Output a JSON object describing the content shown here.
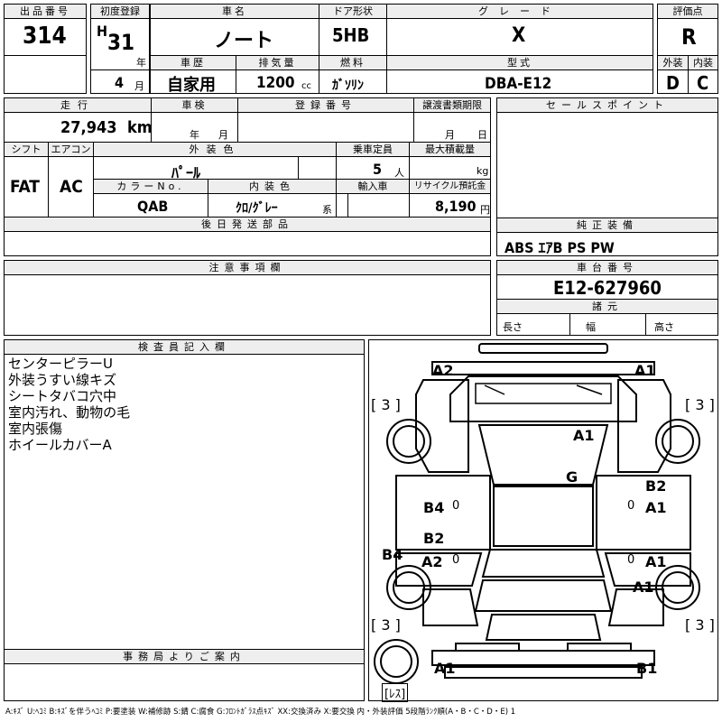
{
  "header": {
    "lot_label": "出品番号",
    "lot_value": "314",
    "reg_label": "初度登録",
    "era": "H",
    "year": "31",
    "year_unit": "年",
    "month": "4",
    "month_unit": "月",
    "car_label": "車名",
    "car_value": "ノート",
    "door_label": "ドア形状",
    "door_value": "5HB",
    "grade_label": "グレード",
    "grade_value": "X",
    "score_label": "評価点",
    "score_value": "R",
    "history_label": "車歴",
    "history_value": "自家用",
    "disp_label": "排気量",
    "disp_value": "1200",
    "disp_unit": "cc",
    "fuel_label": "燃料",
    "fuel_value": "ｶﾞｿﾘﾝ",
    "model_label": "型式",
    "model_value": "DBA-E12",
    "ext_label": "外装",
    "ext_value": "D",
    "int_label": "内装",
    "int_value": "C"
  },
  "mid": {
    "mileage_label": "走行",
    "mileage_value": "27,943",
    "mileage_unit": "km",
    "inspect_label": "車検",
    "inspect_year": "年",
    "inspect_month": "月",
    "regno_label": "登録番号",
    "transfer_label": "譲渡書類期限",
    "transfer_month": "月",
    "transfer_day": "日",
    "shift_label": "シフト",
    "shift_value": "FAT",
    "ac_label": "エアコン",
    "ac_value": "AC",
    "color_label": "外装色",
    "color_value": "ﾊﾟｰﾙ",
    "capacity_label": "乗車定員",
    "capacity_value": "5",
    "capacity_unit": "人",
    "load_label": "最大積載量",
    "load_unit": "kg",
    "colorno_label": "カラーNo.",
    "colorno_value": "QAB",
    "interior_label": "内装色",
    "interior_value": "ｸﾛ/ｸﾞﾚｰ",
    "interior_unit": "系",
    "import_label": "輸入車",
    "recycle_label": "リサイクル預託金",
    "recycle_value": "8,190",
    "recycle_unit": "円",
    "parts_label": "後日発送部品"
  },
  "right": {
    "sales_label": "セールスポイント",
    "equip_label": "純正装備",
    "equip_value": "ABS ｴｱB PS PW",
    "chassis_label": "車台番号",
    "chassis_value": "E12-627960",
    "spec_label": "諸元",
    "length_label": "長さ",
    "width_label": "幅",
    "height_label": "高さ"
  },
  "notes": {
    "caution_label": "注意事項欄",
    "inspector_label": "検査員記入欄",
    "inspector_lines": [
      "センターピラーU",
      "外装うすい線キズ",
      "シートタバコ穴中",
      "室内汚れ、動物の毛",
      "室内張傷",
      "ホイールカバーA"
    ],
    "office_label": "事務局よりご案内"
  },
  "diagram": {
    "marks": [
      "A2",
      "A1",
      "A1",
      "G",
      "B2",
      "A1",
      "B4",
      "B2",
      "A2",
      "B4",
      "A1",
      "A1",
      "A1",
      "B1"
    ],
    "tire_marks": [
      "[ 3 ]",
      "[ 3 ]",
      "[ 3 ]",
      "[ 3 ]"
    ],
    "tire_zero": [
      "0",
      "0",
      "0",
      "0"
    ],
    "spare_label": "[ﾚｽ]"
  },
  "legend": "A:ｷｽﾞ U:ﾍｺﾐ B:ｷｽﾞを伴うﾍｺﾐ P:要塗装 W:補修跡 S:錆 C:腐食 G:ﾌﾛﾝﾄｶﾞﾗｽ点ｷｽﾞ XX:交換済み X:要交換 内・外装評価 5段階ﾗﾝｸ順(A・B・C・D・E) 1"
}
